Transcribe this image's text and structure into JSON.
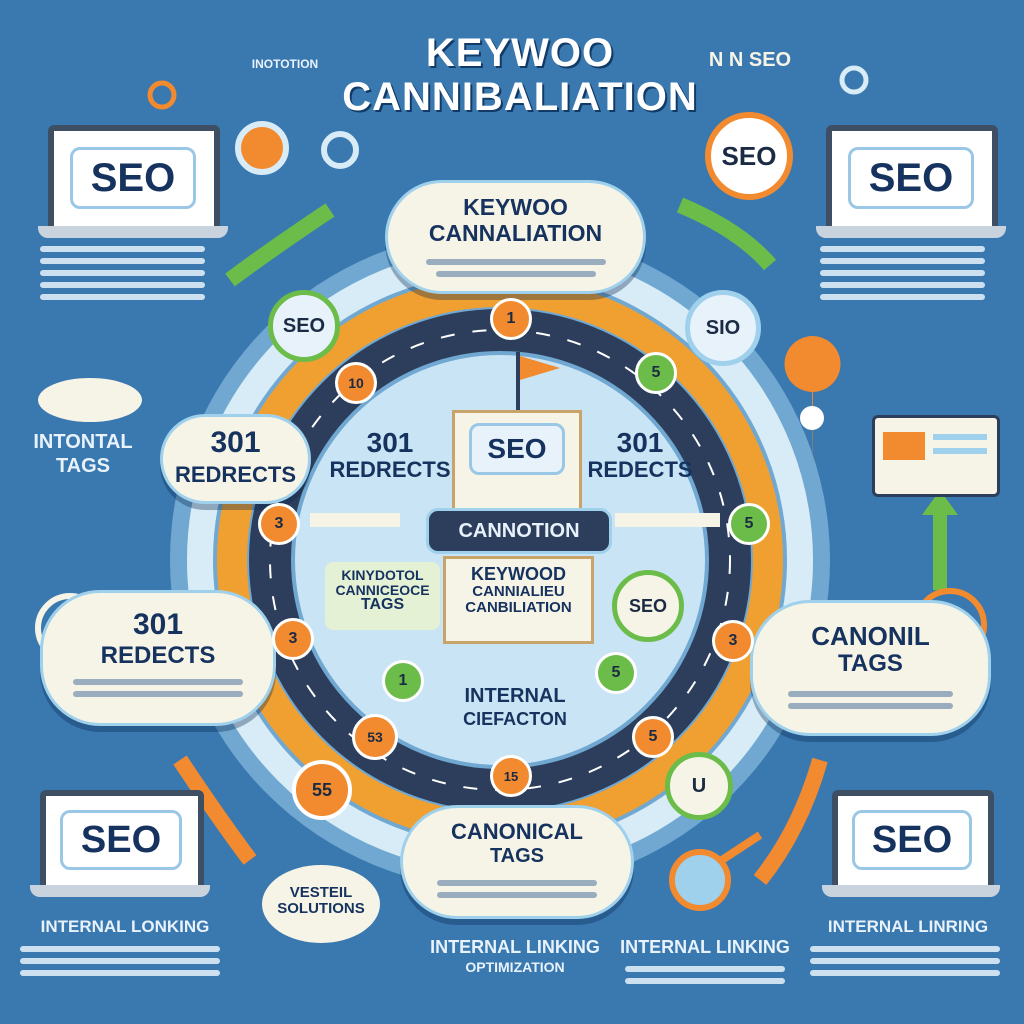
{
  "header": {
    "title_line1": "KEYWOO",
    "title_line2": "CANNIBALIATION",
    "tag_left": "INOTOTION",
    "tag_right": "N N SEO"
  },
  "top_cloud": {
    "title_line1": "KEYWOO",
    "title_line2": "CANNALIATION"
  },
  "center": {
    "building_sign": "SEO",
    "banner": "CANNOTION",
    "panel_line1": "KEYWOOD",
    "panel_line2": "CANNIALIEU",
    "panel_line3": "CANBILIATION",
    "left_inner_title": "301",
    "left_inner_sub": "REDRECTS",
    "right_inner_title": "301",
    "right_inner_sub": "REDECTS",
    "green_tag_line1": "KINYDOTOL",
    "green_tag_line2": "CANNICEOCE",
    "green_tag_line3": "TAGS",
    "bottom_inner_line1": "INTERNAL",
    "bottom_inner_line2": "CIEFACTON"
  },
  "left_side": {
    "redirect_title": "301",
    "redirect_sub": "REDRECTS",
    "internal_tags_line1": "INTONTAL",
    "internal_tags_line2": "TAGS",
    "cloud_title": "301",
    "cloud_sub": "REDECTS"
  },
  "right_side": {
    "canonical_title": "CANONIL",
    "canonical_sub": "TAGS"
  },
  "bottom": {
    "canonical_cloud_line1": "CANONICAL",
    "canonical_cloud_line2": "TAGS",
    "solutions_line1": "VESTEIL",
    "solutions_line2": "SOLUTIONS",
    "internal_linking_center_line1": "INTERNAL LINKING",
    "internal_linking_center_line2": "OPTIMIZATION",
    "internal_linking_right": "INTERNAL LINKING",
    "internal_linking_far_left": "INTERNAL LONKING",
    "internal_linking_far_right": "INTERNAL LINRING"
  },
  "laptops": {
    "label": "SEO"
  },
  "nodes": {
    "n1": "1",
    "n2": "10",
    "n3": "5",
    "n4": "5",
    "n5": "3",
    "n6": "3",
    "n7": "3",
    "n8": "5",
    "n9": "15",
    "n10": "55",
    "n11": "1",
    "n12": "53",
    "n13": "U",
    "seo_node": "SEO",
    "seo_node2": "SIO",
    "seo_node3": "SEO"
  },
  "colors": {
    "background": "#3a78b0",
    "orange": "#f28a30",
    "green": "#6cbc4a",
    "navy": "#16325e",
    "cream": "#f6f4e6",
    "road": "#2c3e5c"
  }
}
